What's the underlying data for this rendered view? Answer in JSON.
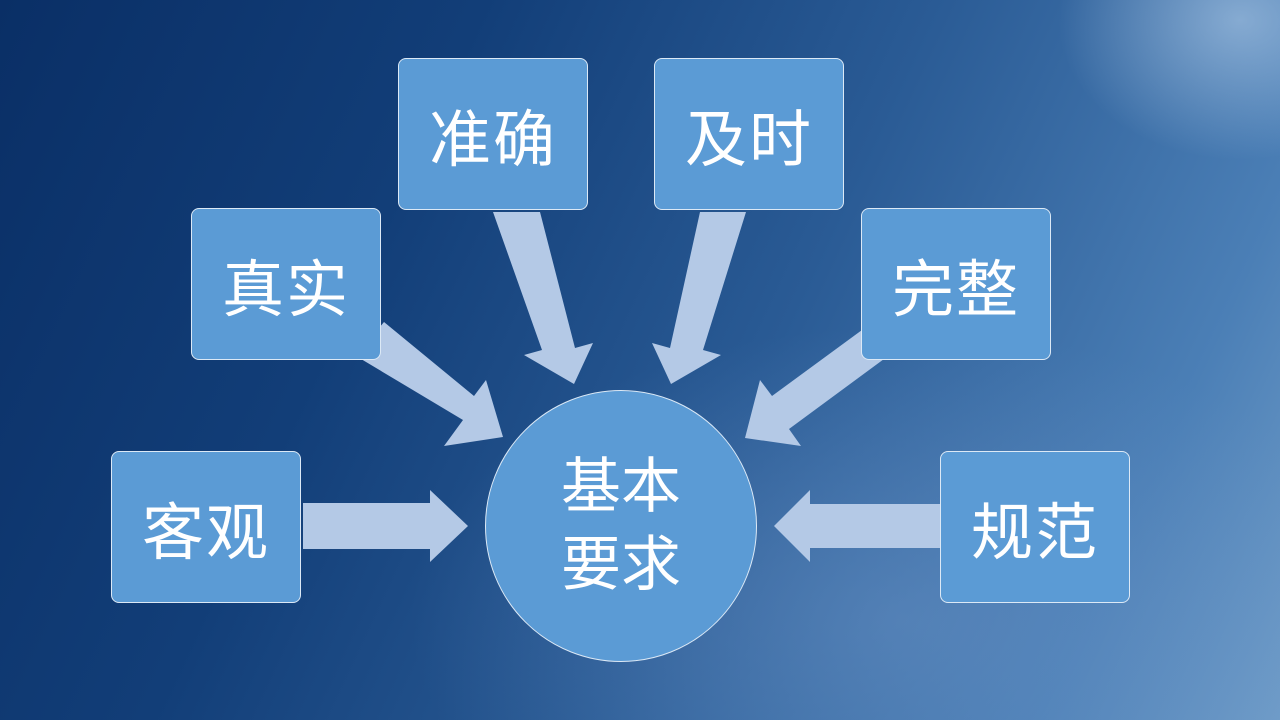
{
  "hub": {
    "line1": "基本",
    "line2": "要求"
  },
  "nodes": [
    {
      "id": "keguan",
      "label": "客观"
    },
    {
      "id": "zhenshi",
      "label": "真实"
    },
    {
      "id": "zhunque",
      "label": "准确"
    },
    {
      "id": "jishi",
      "label": "及时"
    },
    {
      "id": "wanzheng",
      "label": "完整"
    },
    {
      "id": "guifan",
      "label": "规范"
    }
  ],
  "colors": {
    "node_fill": "#5b9bd5",
    "node_border": "#dce9f6",
    "arrow_fill": "#b4c9e6",
    "text": "#ffffff"
  }
}
